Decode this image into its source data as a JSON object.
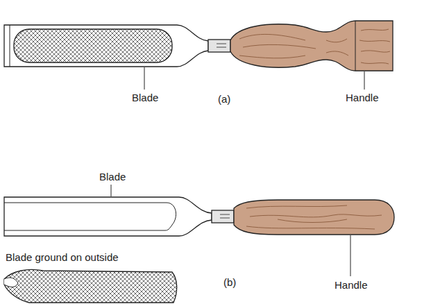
{
  "diagram": {
    "labels": [
      "Blade",
      "(a)",
      "Handle",
      "Blade",
      "Blade ground on outside",
      "(b)",
      "Handle"
    ]
  }
}
